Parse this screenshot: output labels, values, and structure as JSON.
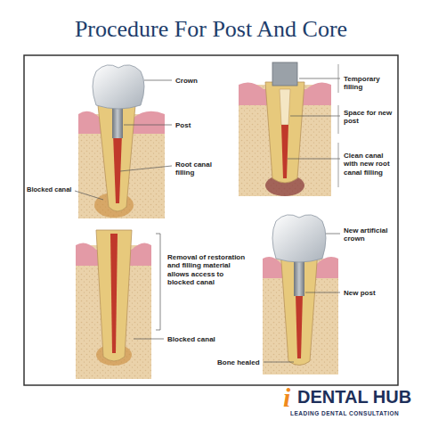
{
  "diagram": {
    "title": "Procedure For Post And Core",
    "labels": [
      "Crown",
      "Post",
      "Root canal filling",
      "Blocked canal",
      "Temporary filling",
      "Space for new post",
      "Clean canal with new root canal filling",
      "Removal of restoration and filling material allows access to blocked canal",
      "Blocked canal",
      "New artificial crown",
      "New post",
      "Bone healed",
      "i",
      "DENTAL HUB",
      "LEADING DENTAL CONSULTATION"
    ]
  }
}
